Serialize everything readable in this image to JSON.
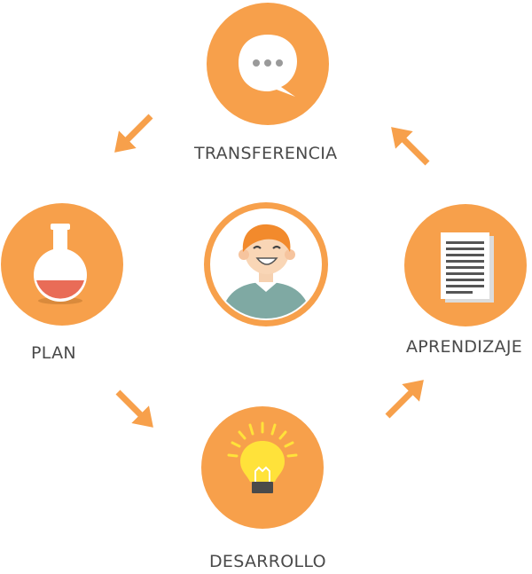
{
  "diagram": {
    "accent_color": "#F7A04B",
    "arrow_color": "#F7A04B",
    "label_color": "#4a4a4a",
    "center": {
      "icon": "person-avatar-icon"
    },
    "nodes": {
      "transferencia": {
        "label": "TRANSFERENCIA",
        "icon": "speech-bubble-icon"
      },
      "plan": {
        "label": "PLAN",
        "icon": "flask-icon"
      },
      "desarrollo": {
        "label": "DESARROLLO",
        "icon": "lightbulb-icon"
      },
      "aprendizaje": {
        "label": "APRENDIZAJE",
        "icon": "document-icon"
      }
    },
    "cycle_order": [
      "transferencia",
      "plan",
      "desarrollo",
      "aprendizaje"
    ]
  }
}
